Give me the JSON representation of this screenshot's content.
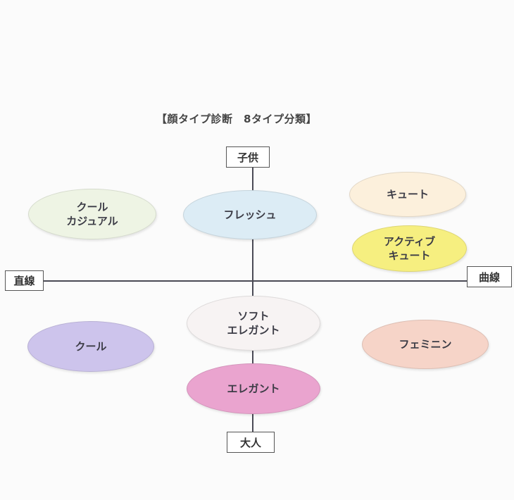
{
  "title": "【顔タイプ診断　8タイプ分類】",
  "axes": {
    "top": "子供",
    "bottom": "大人",
    "left": "直線",
    "right": "曲線"
  },
  "types": {
    "cool_casual": {
      "line1": "クール",
      "line2": "カジュアル",
      "color": "#eef4e4"
    },
    "fresh": {
      "line1": "フレッシュ",
      "color": "#dcecf5"
    },
    "cute": {
      "line1": "キュート",
      "color": "#fcf0dc"
    },
    "active_cute": {
      "line1": "アクティブ",
      "line2": "キュート",
      "color": "#f6ef80"
    },
    "soft_elegant": {
      "line1": "ソフト",
      "line2": "エレガント",
      "color": "#f7f3f3"
    },
    "cool": {
      "line1": "クール",
      "color": "#cdc4ec"
    },
    "feminine": {
      "line1": "フェミニン",
      "color": "#f6d4c8"
    },
    "elegant": {
      "line1": "エレガント",
      "color": "#eaa4cf"
    }
  }
}
